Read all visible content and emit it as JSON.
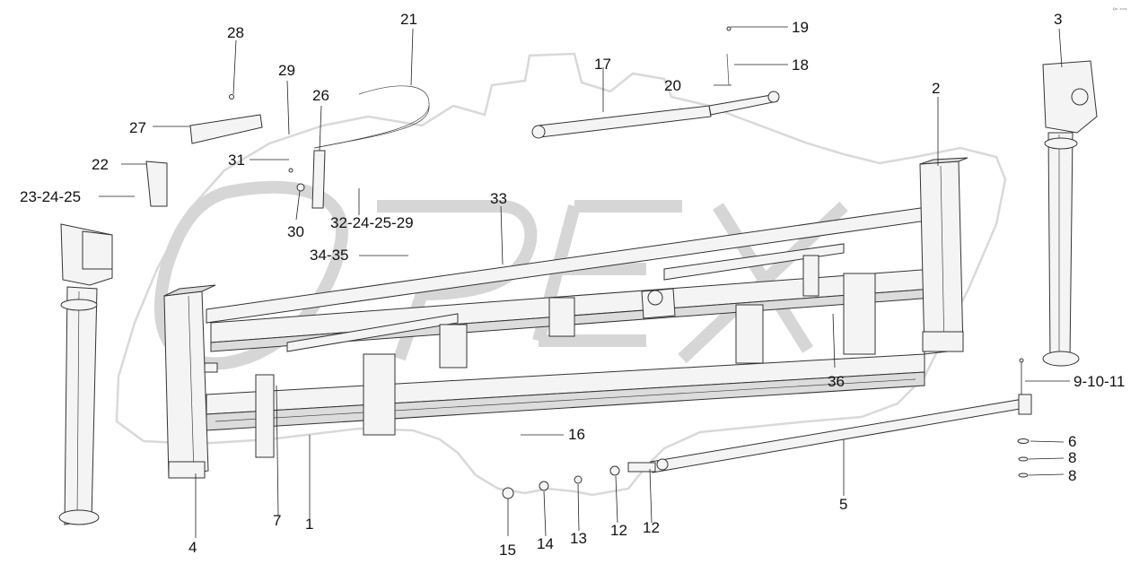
{
  "diagram": {
    "watermark": "OPEX",
    "corner_mark": "º° °°°",
    "callouts": [
      {
        "id": "c1",
        "text": "1"
      },
      {
        "id": "c2",
        "text": "2"
      },
      {
        "id": "c3",
        "text": "3"
      },
      {
        "id": "c4",
        "text": "4"
      },
      {
        "id": "c5",
        "text": "5"
      },
      {
        "id": "c6",
        "text": "6"
      },
      {
        "id": "c7",
        "text": "7"
      },
      {
        "id": "c8a",
        "text": "8"
      },
      {
        "id": "c8b",
        "text": "8"
      },
      {
        "id": "c9",
        "text": "9-10-11"
      },
      {
        "id": "c12a",
        "text": "12"
      },
      {
        "id": "c12b",
        "text": "12"
      },
      {
        "id": "c13",
        "text": "13"
      },
      {
        "id": "c14",
        "text": "14"
      },
      {
        "id": "c15",
        "text": "15"
      },
      {
        "id": "c16",
        "text": "16"
      },
      {
        "id": "c17",
        "text": "17"
      },
      {
        "id": "c18",
        "text": "18"
      },
      {
        "id": "c19",
        "text": "19"
      },
      {
        "id": "c20",
        "text": "20"
      },
      {
        "id": "c21",
        "text": "21"
      },
      {
        "id": "c22",
        "text": "22"
      },
      {
        "id": "c23",
        "text": "23-24-25"
      },
      {
        "id": "c26",
        "text": "26"
      },
      {
        "id": "c27",
        "text": "27"
      },
      {
        "id": "c28",
        "text": "28"
      },
      {
        "id": "c29",
        "text": "29"
      },
      {
        "id": "c30",
        "text": "30"
      },
      {
        "id": "c31",
        "text": "31"
      },
      {
        "id": "c32",
        "text": "32-24-25-29"
      },
      {
        "id": "c33",
        "text": "33"
      },
      {
        "id": "c34",
        "text": "34-35"
      },
      {
        "id": "c36",
        "text": "36"
      }
    ]
  }
}
